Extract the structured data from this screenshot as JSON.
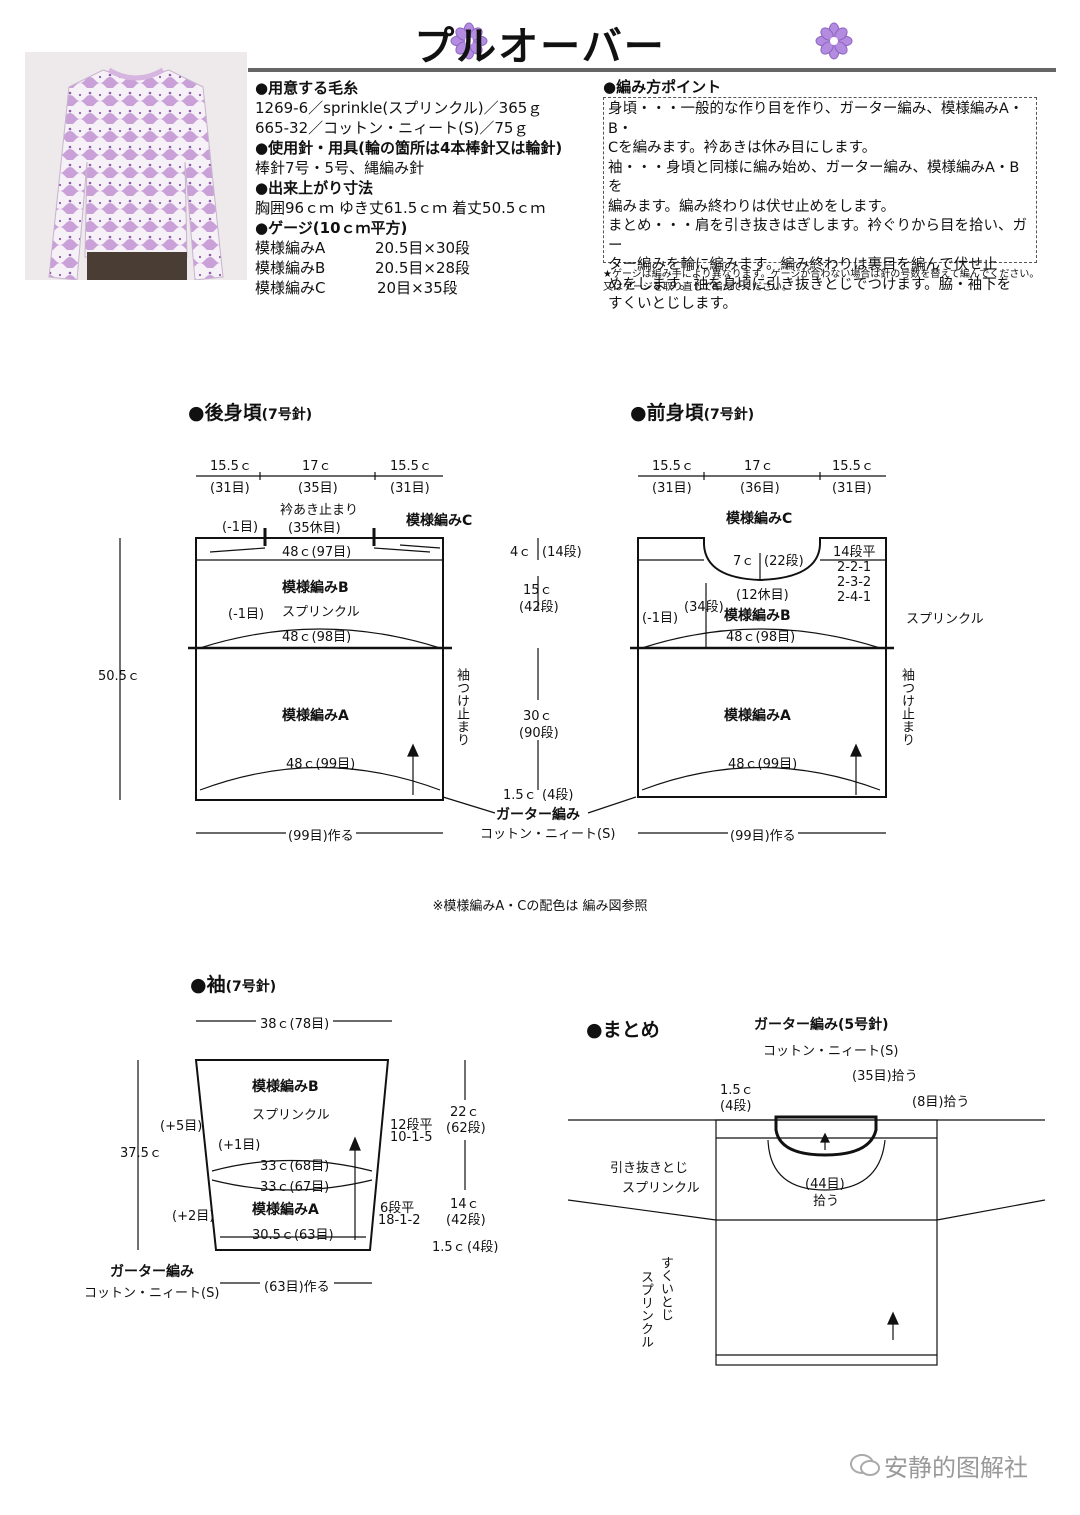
{
  "title": "プルオーバー",
  "icons": {
    "flower": "flower-icon",
    "wechat": "wechat-icon"
  },
  "colors": {
    "flower": "#b38be0",
    "rule": "#666666"
  },
  "materials": {
    "yarn_h": "●用意する毛糸",
    "yarn1": "1269-6／sprinkle(スプリンクル)／365ｇ",
    "yarn2": "665-32／コットン・ニィート(S)／75ｇ",
    "tools_h": "●使用針・用具(輪の箇所は4本棒針又は輪針)",
    "tools": "棒針7号・5号、縄編み針",
    "size_h": "●出来上がり寸法",
    "size": "胸囲96ｃｍ ゆき丈61.5ｃｍ 着丈50.5ｃｍ",
    "gauge_h": "●ゲージ(10ｃｍ平方)",
    "gauge": [
      {
        "name": "模様編みA",
        "val": "20.5目×30段"
      },
      {
        "name": "模様編みB",
        "val": "20.5目×28段"
      },
      {
        "name": "模様編みC",
        "val": "20目×35段"
      }
    ]
  },
  "points": {
    "h": "●編み方ポイント",
    "lines": [
      "身頃・・・一般的な作り目を作り、ガーター編み、模様編みA・B・",
      "Cを編みます。衿あきは休み目にします。",
      "袖・・・身頃と同様に編み始め、ガーター編み、模様編みA・Bを",
      "編みます。編み終わりは伏せ止めをします。",
      "まとめ・・・肩を引き抜きはぎします。衿ぐりから目を拾い、ガー",
      "ター編みを輪に編みます。編み終わりは裏目を編んで伏せ止",
      "めをします。袖を身頃に引き抜きとじでつけます。脇・袖下を",
      "すくいとじします。"
    ],
    "note": "★ゲージは編み手により異なります。ゲージが合わない場合は針の号数を替えて編んでください。又はゲージを取り直して編んでください。"
  },
  "back": {
    "title": "●後身頃",
    "needle": "(7号針)",
    "top": [
      "15.5ｃ",
      "17ｃ",
      "15.5ｃ"
    ],
    "top_st": [
      "(31目)",
      "(35目)",
      "(31目)"
    ],
    "neck_stop": "衿あき止まり",
    "neck_rest": "(35休目)",
    "dec": "(-1目)",
    "patC": "模様編みC",
    "w1": "48ｃ(97目)",
    "patB": "模様編みB",
    "spr": "スプリンクル",
    "dec2": "(-1目)",
    "w2": "48ｃ(98目)",
    "patA": "模様編みA",
    "w3": "48ｃ(99目)",
    "height": "50.5ｃ",
    "cast": "(99目)作る",
    "sleeve_stop": "袖つけ止まり"
  },
  "center": {
    "h1": "4ｃ",
    "r1": "(14段)",
    "h2": "15ｃ",
    "r2": "(42段)",
    "h3": "30ｃ",
    "r3": "(90段)",
    "h4": "1.5ｃ",
    "r4": "(4段)",
    "garter": "ガーター編み",
    "cotton": "コットン・ニィート(S)"
  },
  "front": {
    "title": "●前身頃",
    "needle": "(7号針)",
    "top": [
      "15.5ｃ",
      "17ｃ",
      "15.5ｃ"
    ],
    "top_st": [
      "(31目)",
      "(36目)",
      "(31目)"
    ],
    "patC": "模様編みC",
    "neck_h": "7ｃ",
    "neck_r": "(22段)",
    "neck_dec": [
      "14段平",
      "2-2-1",
      "2-3-2",
      "2-4-1"
    ],
    "rest": "(12休目)",
    "r34": "(34段)",
    "dec": "(-1目)",
    "patB": "模様編みB",
    "spr": "スプリンクル",
    "w2": "48ｃ(98目)",
    "patA": "模様編みA",
    "w3": "48ｃ(99目)",
    "cast": "(99目)作る",
    "sleeve_stop": "袖つけ止まり"
  },
  "caption": "※模様編みA・Cの配色は 編み図参照",
  "sleeve": {
    "title": "●袖",
    "needle": "(7号針)",
    "top": "38ｃ(78目)",
    "patB": "模様編みB",
    "spr": "スプリンクル",
    "inc5": "(+5目)",
    "inc1": "(+1目)",
    "height": "37.5ｃ",
    "w68": "33ｃ(68目)",
    "w67": "33ｃ(67目)",
    "inc2": "(+2目)",
    "patA": "模様編みA",
    "w63": "30.5ｃ(63目)",
    "r1a": "12段平",
    "r1b": "10-1-5",
    "r2a": "6段平",
    "r2b": "18-1-2",
    "h1": "22ｃ",
    "hr1": "(62段)",
    "h2": "14ｃ",
    "hr2": "(42段)",
    "h3": "1.5ｃ",
    "hr3": "(4段)",
    "garter": "ガーター編み",
    "cotton": "コットン・ニィート(S)",
    "cast": "(63目)作る"
  },
  "finish": {
    "title": "●まとめ",
    "garter": "ガーター編み(5号針)",
    "cotton": "コットン・ニィート(S)",
    "p35": "(35目)拾う",
    "p8": "(8目)拾う",
    "h15": "1.5ｃ",
    "r4": "(4段)",
    "p44": "(44目)",
    "pick": "拾う",
    "join": "引き抜きとじ",
    "spr": "スプリンクル",
    "seam": "すくいとじ",
    "spr2": "スプリンクル"
  },
  "watermark": "安静的图解社"
}
